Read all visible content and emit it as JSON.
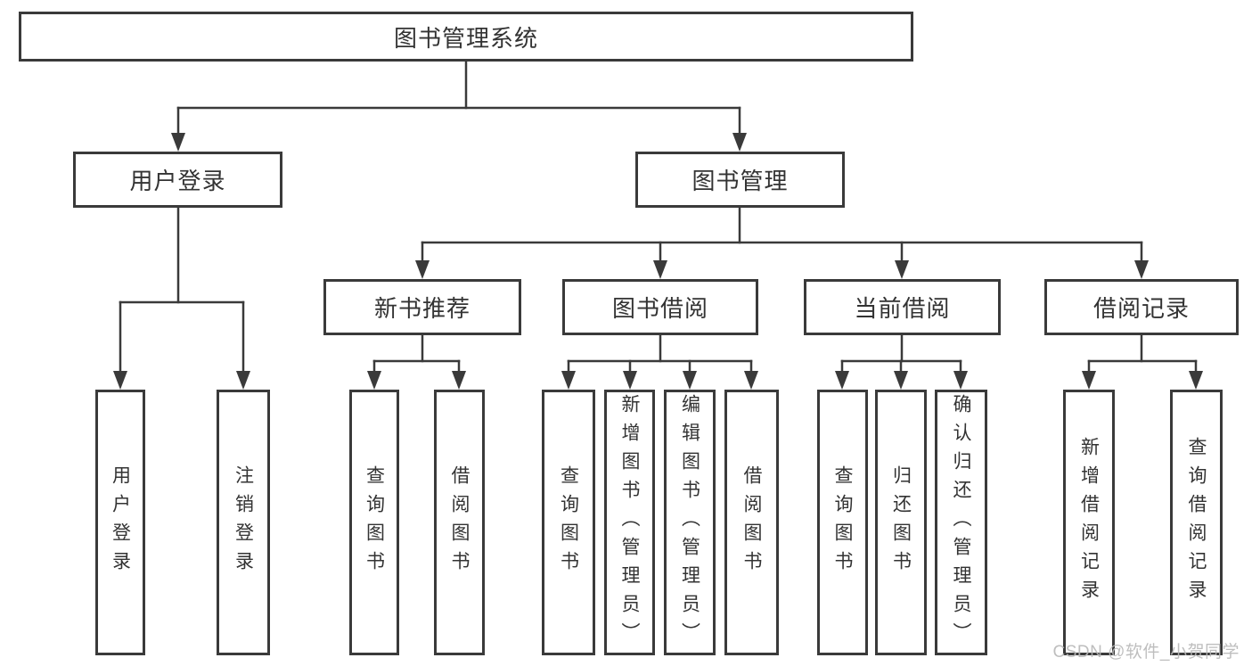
{
  "nodes": {
    "root": "图书管理系统",
    "user_login": "用户登录",
    "book_management": "图书管理",
    "new_book_recommend": "新书推荐",
    "book_borrowing": "图书借阅",
    "current_borrowing": "当前借阅",
    "borrowing_records": "借阅记录",
    "login": "用户登录",
    "logout": "注销登录",
    "recommend_query_books": "查询图书",
    "recommend_borrow_books": "借阅图书",
    "borrowing_query_books": "查询图书",
    "borrowing_add_books": "新增图书（管理员）",
    "borrowing_edit_books": "编辑图书（管理员）",
    "borrowing_borrow_books": "借阅图书",
    "current_query_books": "查询图书",
    "current_return_books": "归还图书",
    "current_confirm_return": "确认归还（管理员）",
    "records_add_record": "新增借阅记录",
    "records_query_record": "查询借阅记录"
  },
  "watermark": "CSDN @软件_小贺同学",
  "colors": {
    "line": "#3a3a3a",
    "text": "#333333",
    "box_background": "#ffffff",
    "page_background": "#ffffff",
    "watermark": "#b8b8b8"
  }
}
